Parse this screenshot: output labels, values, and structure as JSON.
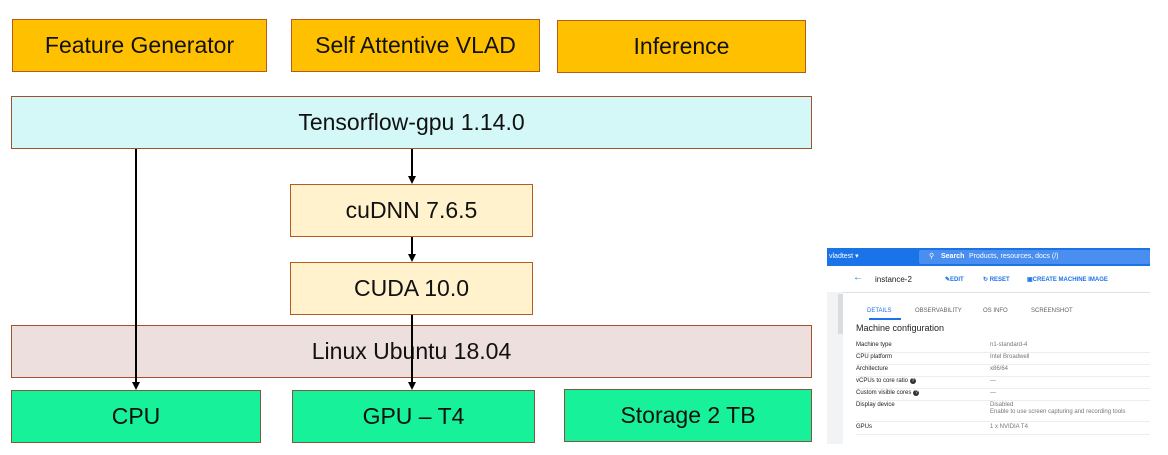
{
  "layers": {
    "feature_generator": "Feature Generator",
    "self_attentive_vlad": "Self Attentive VLAD",
    "inference": "Inference",
    "tensorflow": "Tensorflow-gpu 1.14.0",
    "cudnn": "cuDNN 7.6.5",
    "cuda": "CUDA 10.0",
    "linux": "Linux Ubuntu 18.04",
    "cpu": "CPU",
    "gpu": "GPU – T4",
    "storage": "Storage 2 TB"
  },
  "colors": {
    "app_layer": "#ffc000",
    "framework_layer": "#d4f8f8",
    "library_layer": "#fff2cc",
    "os_layer": "#eddfdd",
    "hardware_layer": "#17f29a"
  },
  "console": {
    "project": "vladtest ▾",
    "search_label": "Search",
    "search_text": "Products, resources, docs (/)",
    "instance_name": "instance-2",
    "actions": {
      "edit": "EDIT",
      "reset": "RESET",
      "create_image": "CREATE MACHINE IMAGE"
    },
    "tabs": [
      "DETAILS",
      "OBSERVABILITY",
      "OS INFO",
      "SCREENSHOT"
    ],
    "section_title": "Machine configuration",
    "rows": [
      {
        "key": "Machine type",
        "value": "n1-standard-4"
      },
      {
        "key": "CPU platform",
        "value": "Intel Broadwell"
      },
      {
        "key": "Architecture",
        "value": "x86/64"
      },
      {
        "key": "vCPUs to core ratio",
        "value": "—"
      },
      {
        "key": "Custom visible cores",
        "value": "—"
      },
      {
        "key": "Display device",
        "value": "Disabled",
        "detail": "Enable to use screen capturing and recording tools"
      },
      {
        "key": "GPUs",
        "value": "1 x NVIDIA T4"
      }
    ]
  }
}
